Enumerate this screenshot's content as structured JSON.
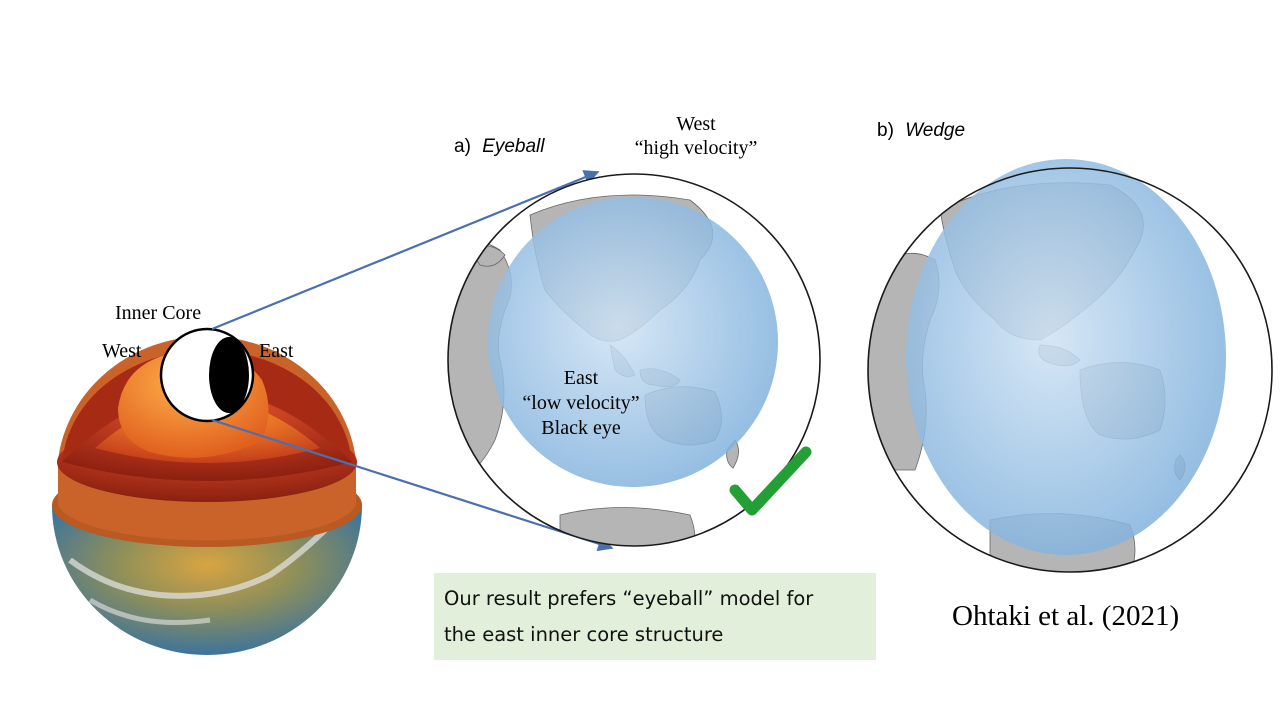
{
  "inner_core_diagram": {
    "title": "Inner Core",
    "west_label": "West",
    "east_label": "East"
  },
  "panel_a": {
    "tag": "a)",
    "name": "Eyeball",
    "west_label": "West",
    "west_sub": "“high velocity”",
    "east_label": "East",
    "east_sub": "“low velocity”",
    "east_sub2": "Black eye",
    "check_mark_color": "#22a035"
  },
  "panel_b": {
    "tag": "b)",
    "name": "Wedge"
  },
  "callout": {
    "line1": "Our result prefers “eyeball” model for",
    "line2": "the east inner core structure",
    "background": "#e2efda"
  },
  "citation": "Ohtaki et al. (2021)",
  "colors": {
    "arrow": "#4a70b0",
    "velocity_region": "#8fbadf",
    "land": "#b5b5b5"
  }
}
